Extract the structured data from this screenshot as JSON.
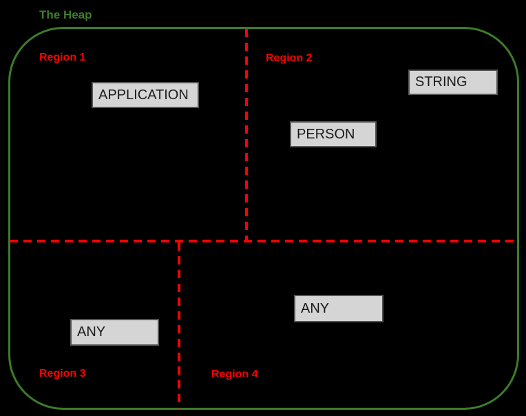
{
  "diagram": {
    "title": "The Heap",
    "colors": {
      "boundary_green": "#3c7d28",
      "divider_red": "#fe0000",
      "box_fill": "#d5d5d5",
      "box_border": "#555555",
      "background": "#000000"
    },
    "regions": [
      {
        "label": "Region 1"
      },
      {
        "label": "Region 2"
      },
      {
        "label": "Region 3"
      },
      {
        "label": "Region 4"
      }
    ],
    "boxes": [
      {
        "label": "APPLICATION",
        "region": "Region 1"
      },
      {
        "label": "STRING",
        "region": "Region 2"
      },
      {
        "label": "PERSON",
        "region": "Region 2"
      },
      {
        "label": "ANY",
        "region": "Region 3"
      },
      {
        "label": "ANY",
        "region": "Region 4"
      }
    ]
  }
}
